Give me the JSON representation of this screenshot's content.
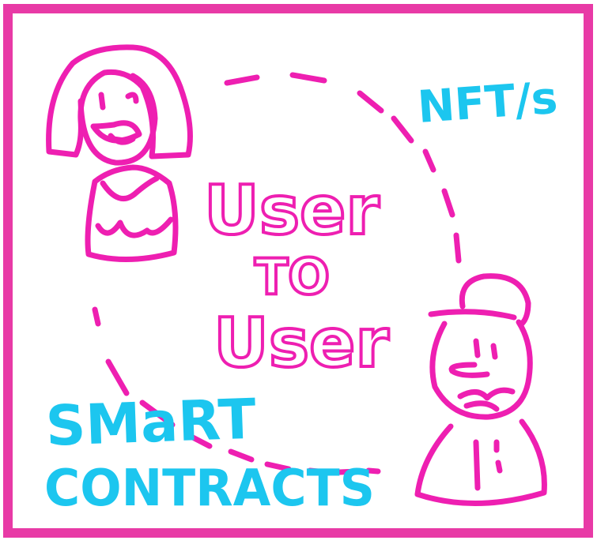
{
  "colors": {
    "pink": "#ee1fb1",
    "cyan": "#1cc6ef",
    "frame": "#e83aa6",
    "paper": "#ffffff"
  },
  "labels": {
    "nfts": "NFT/s",
    "user_top": "User",
    "to": "TO",
    "user_bottom": "User",
    "smart": "SMaRT",
    "contracts": "CONTRACTS"
  },
  "icons": {
    "person_left": "smiling-woman-icon",
    "person_right": "man-with-cap-icon",
    "flow": "dashed-circular-arrow"
  }
}
